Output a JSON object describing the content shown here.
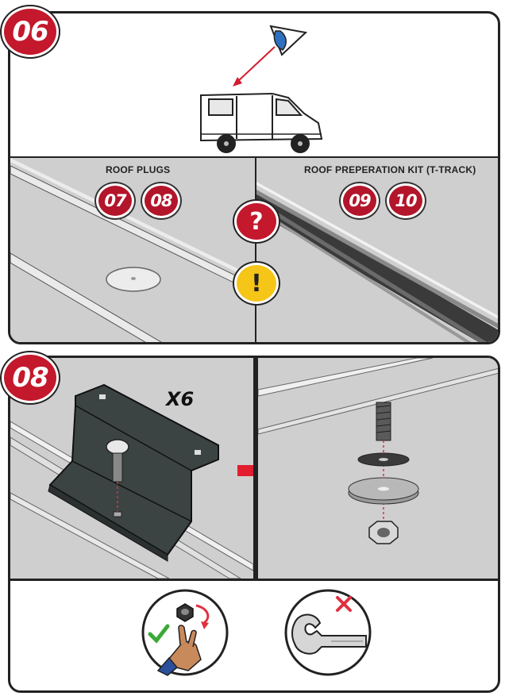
{
  "steps": {
    "step6_number": "06",
    "step8_number": "08"
  },
  "left_option": {
    "title": "ROOF PLUGS",
    "refs": [
      "07",
      "08"
    ]
  },
  "right_option": {
    "title": "ROOF PREPERATION KIT (T-TRACK)",
    "refs": [
      "09",
      "10"
    ]
  },
  "question_mark": "?",
  "warning_mark": "!",
  "quantity": "X6",
  "colors": {
    "brand_red": "#c4182c",
    "panel_gray": "#cfcfcf",
    "warning_yellow": "#f5c518"
  },
  "icons": {
    "eye": "eye-view-icon",
    "hand_tighten": "hand-tighten-icon",
    "wrench_no": "no-wrench-icon"
  }
}
